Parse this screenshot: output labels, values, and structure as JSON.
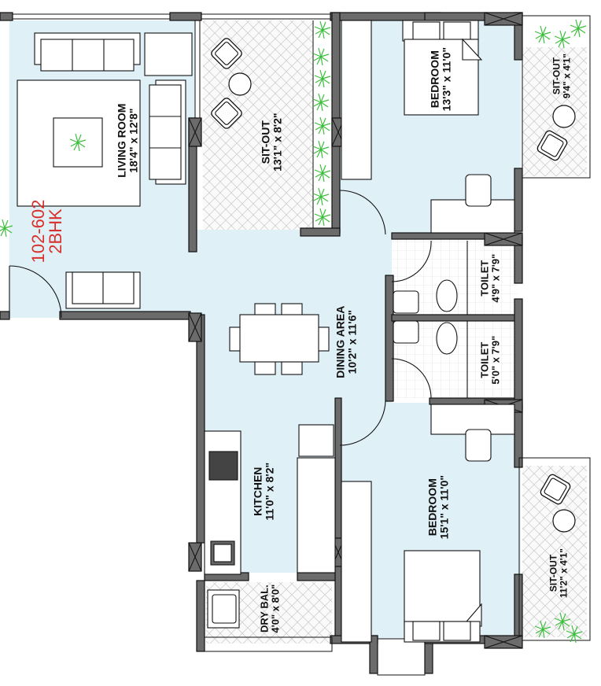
{
  "unit": {
    "number": "102-602",
    "type": "2BHK"
  },
  "colors": {
    "wall": "#6b6b6b",
    "room_fill": "#dff0f6",
    "outline": "#111111",
    "plant": "#3cbf3c",
    "unit_label": "#d9302c",
    "paving": "#f4f4f4"
  },
  "rooms": [
    {
      "id": "living",
      "name": "LIVING ROOM",
      "size": "18'4\" x 12'8\""
    },
    {
      "id": "sitout-top",
      "name": "SIT-OUT",
      "size": "13'1\" x 8'2\""
    },
    {
      "id": "bedroom-top",
      "name": "BEDROOM",
      "size": "13'3\" x 11'0\""
    },
    {
      "id": "sitout-top-right",
      "name": "SIT-OUT",
      "size": "9'4\" x 4'1\""
    },
    {
      "id": "dining",
      "name": "DINING AREA",
      "size": "10'2\" x 11'6\""
    },
    {
      "id": "toilet-top",
      "name": "TOILET",
      "size": "4'9\" x 7'9\""
    },
    {
      "id": "toilet-bottom",
      "name": "TOILET",
      "size": "5'0\" x 7'9\""
    },
    {
      "id": "kitchen",
      "name": "KITCHEN",
      "size": "11'0\" x 8'2\""
    },
    {
      "id": "bedroom-bottom",
      "name": "BEDROOM",
      "size": "15'1\" x 11'0\""
    },
    {
      "id": "sitout-bottom-right",
      "name": "SIT-OUT",
      "size": "11'2\" x 4'1\""
    },
    {
      "id": "drybal",
      "name": "DRY BAL.",
      "size": "4'0\" x 8'0\""
    }
  ]
}
